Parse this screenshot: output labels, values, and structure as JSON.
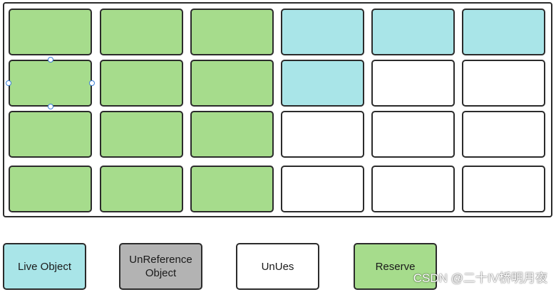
{
  "colors": {
    "live": "#a9e5e8",
    "unreferenced": "#b3b3b3",
    "unused": "#ffffff",
    "reserve": "#a6dc8c"
  },
  "grid": {
    "rows": [
      [
        "reserve",
        "reserve",
        "reserve",
        "live",
        "live",
        "live"
      ],
      [
        "reserve",
        "reserve",
        "reserve",
        "live",
        "unused",
        "unused"
      ],
      [
        "reserve",
        "reserve",
        "reserve",
        "unused",
        "unused",
        "unused"
      ],
      [
        "reserve",
        "reserve",
        "reserve",
        "unused",
        "unused",
        "unused"
      ]
    ]
  },
  "legend": {
    "live_label": "Live Object",
    "unreferenced_label": "UnReference Object",
    "unused_label": "UnUes",
    "reserve_label": "Reserve"
  },
  "watermark": "CSDN @二十IV桥明月夜"
}
